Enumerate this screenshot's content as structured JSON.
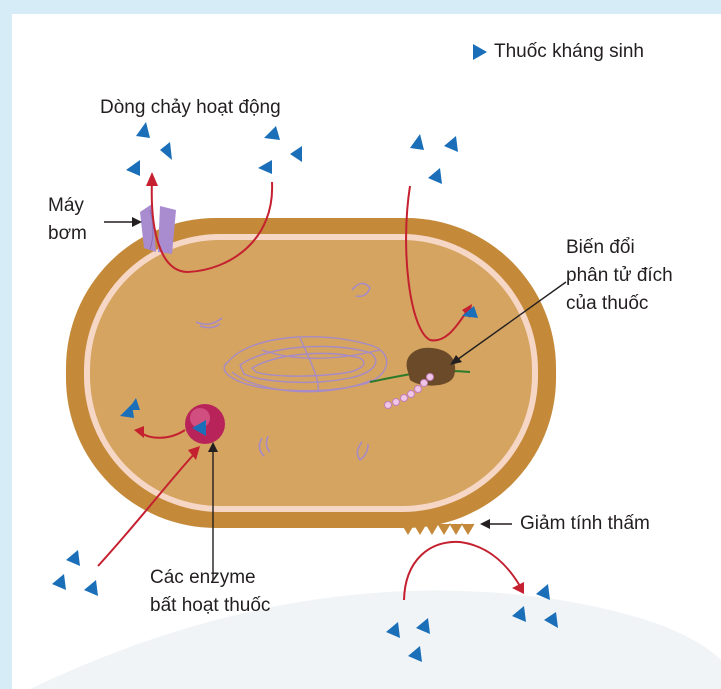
{
  "labels": {
    "legend": "Thuốc kháng sinh",
    "efflux": "Dòng chảy hoạt động",
    "pump_line1": "Máy",
    "pump_line2": "bơm",
    "target_line1": "Biến đổi",
    "target_line2": "phân tử đích",
    "target_line3": "của thuốc",
    "permeability": "Giảm tính thấm",
    "enzyme_line1": "Các enzyme",
    "enzyme_line2": "bất hoạt thuốc"
  },
  "colors": {
    "antibiotic": "#1a6fb8",
    "arrow_red": "#c4202f",
    "cell_wall": "#c48a3a",
    "membrane": "#f6d6c4",
    "cytoplasm": "#d4a460",
    "pump": "#a98bd0",
    "enzyme": "#b8245a",
    "target_molecule": "#6b4a2a",
    "dna": "#2a7a2a",
    "background": "#d6ecf7"
  }
}
